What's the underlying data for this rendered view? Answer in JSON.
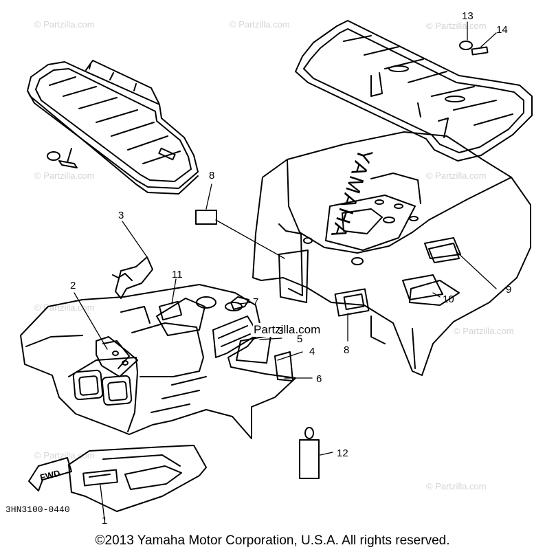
{
  "watermarks": [
    "© Partzilla.com",
    "© Partzilla.com",
    "© Partzilla.com",
    "© Partzilla.com",
    "© Partzilla.com",
    "© Partzilla.com",
    "© Partzilla.com",
    "© Partzilla.com",
    "© Partzilla.com"
  ],
  "center_watermark": "Partzilla.com",
  "brand_text": "YAMAHA",
  "fwd_label": "FWD",
  "callouts": [
    "1",
    "2",
    "3",
    "3",
    "4",
    "5",
    "6",
    "7",
    "8",
    "8",
    "9",
    "10",
    "11",
    "12",
    "13",
    "14"
  ],
  "diagram_code": "3HN3100-0440",
  "copyright": "©2013 Yamaha Motor Corporation, U.S.A. All rights reserved."
}
